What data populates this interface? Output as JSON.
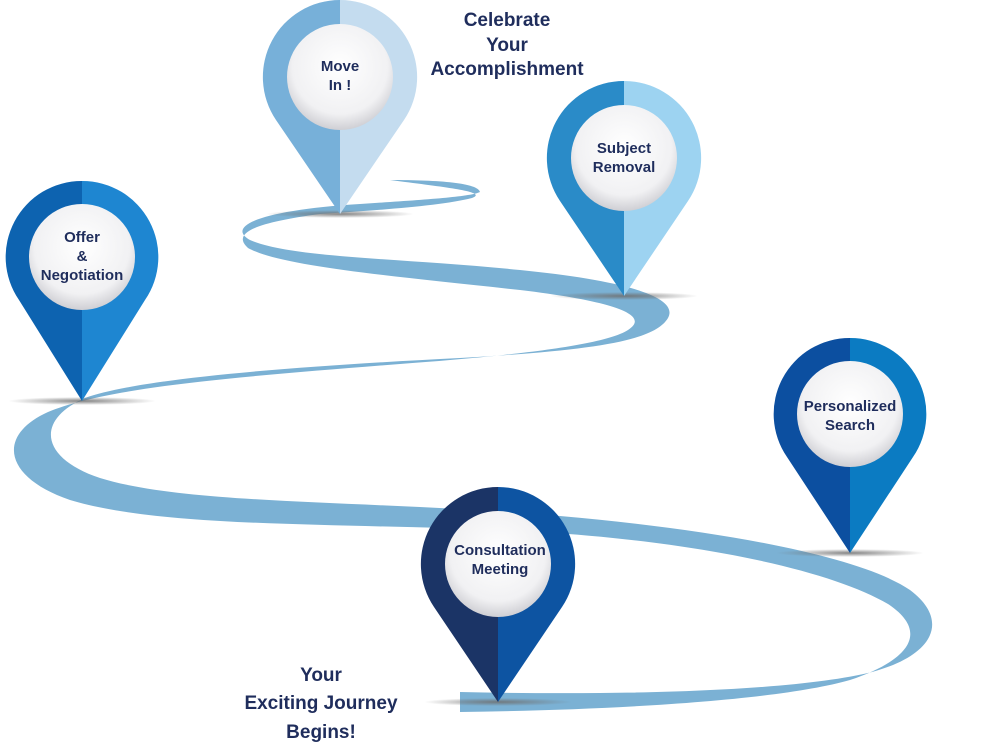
{
  "colors": {
    "road": "#7bb1d4",
    "text": "#1f2d5c",
    "shadow": "#8c8c8c"
  },
  "headlines": {
    "celebrate": [
      "Celebrate",
      "Your",
      "Accomplishment"
    ],
    "journey": [
      "Your",
      "Exciting Journey",
      "Begins!"
    ]
  },
  "pins": [
    {
      "id": "move-in",
      "lines": [
        "Move",
        "In !"
      ],
      "left_color": "#77b0d9",
      "right_color": "#c4dcef"
    },
    {
      "id": "subject-removal",
      "lines": [
        "Subject",
        "Removal"
      ],
      "left_color": "#2a8bc8",
      "right_color": "#9dd3f1"
    },
    {
      "id": "offer",
      "lines": [
        "Offer",
        "&",
        "Negotiation"
      ],
      "left_color": "#0d63b0",
      "right_color": "#1e86d1"
    },
    {
      "id": "personalized",
      "lines": [
        "Personalized",
        "Search"
      ],
      "left_color": "#0c4fa0",
      "right_color": "#0b7bc2"
    },
    {
      "id": "consultation",
      "lines": [
        "Consultation",
        "Meeting"
      ],
      "left_color": "#1b3466",
      "right_color": "#0d54a2"
    }
  ]
}
